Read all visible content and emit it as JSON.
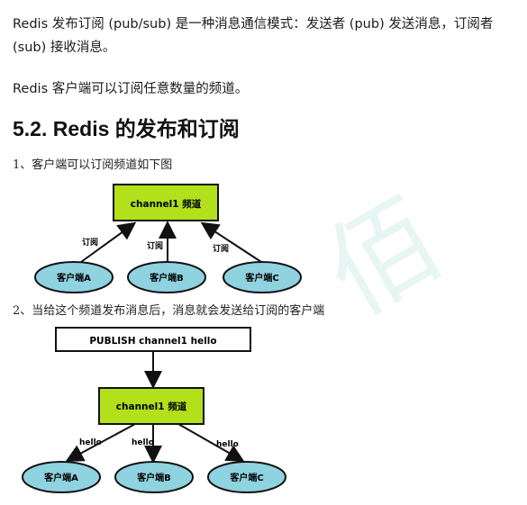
{
  "article": {
    "intro": "Redis 发布订阅 (pub/sub) 是一种消息通信模式：发送者 (pub) 发送消息，订阅者 (sub) 接收消息。",
    "p2": "Redis 客户端可以订阅任意数量的频道。",
    "heading": "5.2. Redis 的发布和订阅",
    "step1": "1、客户端可以订阅频道如下图",
    "step2": "2、当给这个频道发布消息后，消息就会发送给订阅的客户端"
  },
  "diagram1": {
    "channel": "channel1 频道",
    "edge_label": "订阅",
    "clients": [
      "客户端A",
      "客户端B",
      "客户端C"
    ]
  },
  "diagram2": {
    "publish": "PUBLISH channel1 hello",
    "channel": "channel1 频道",
    "edge_label": "hello",
    "clients": [
      "客户端A",
      "客户端B",
      "客户端C"
    ]
  },
  "colors": {
    "channel_fill": "#b2e01a",
    "client_fill": "#8fd2e0"
  }
}
